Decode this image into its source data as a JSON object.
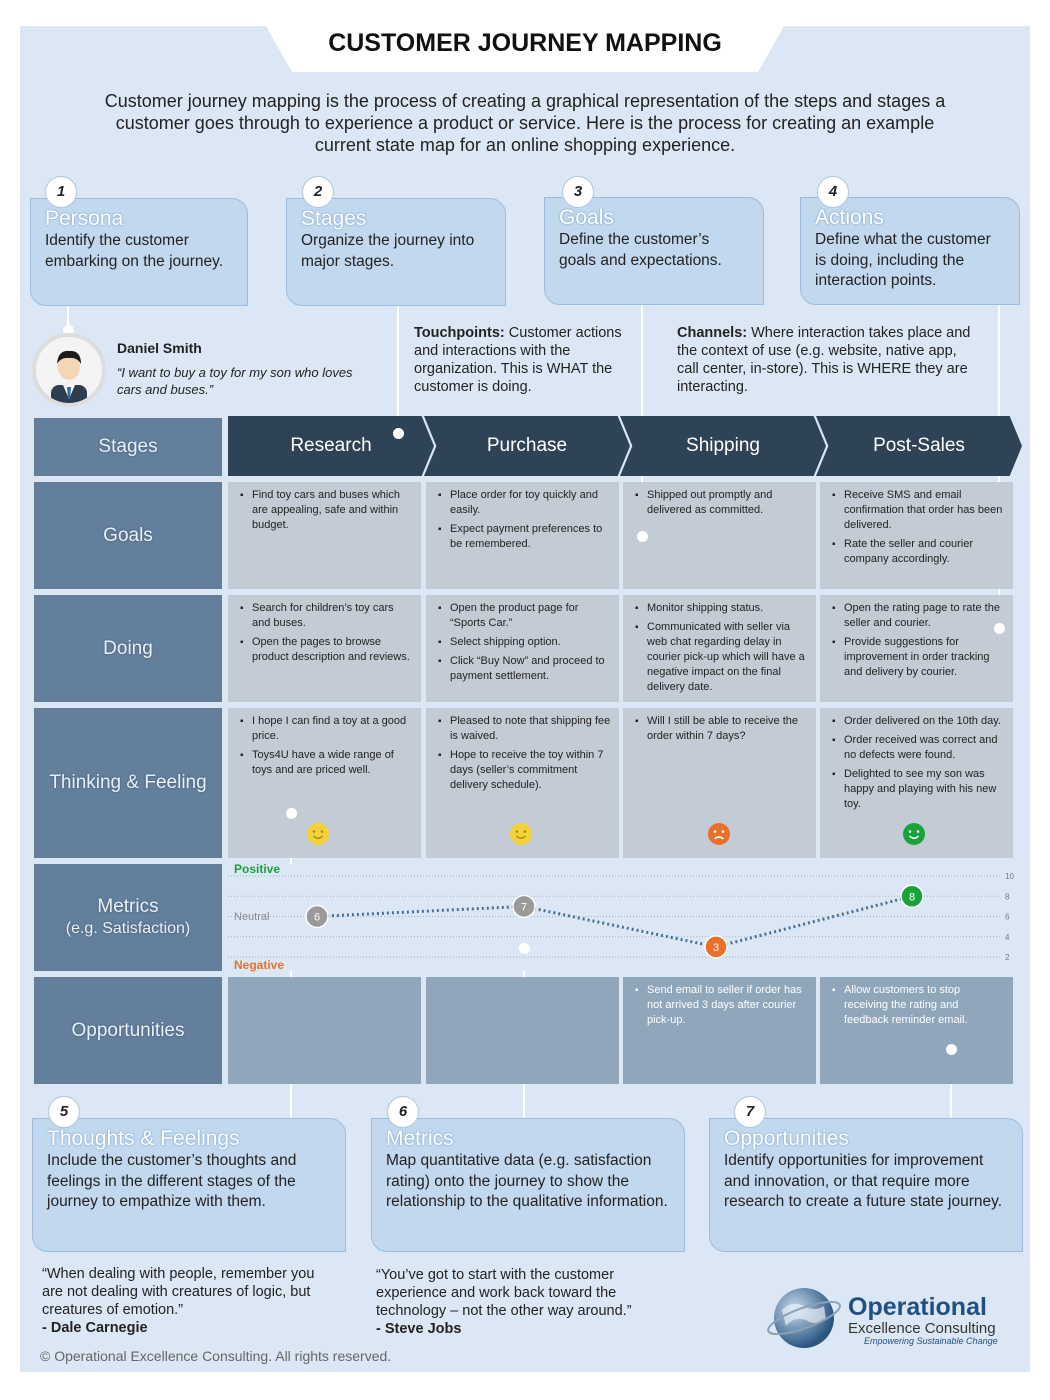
{
  "title": "CUSTOMER JOURNEY MAPPING",
  "intro": "Customer journey mapping is the process of creating a graphical representation of the steps and stages a customer goes through to experience a product or service. Here is the process for creating an example current state map for an online shopping experience.",
  "steps": [
    {
      "num": "1",
      "head": "Persona",
      "body": "Identify the customer embarking on the journey."
    },
    {
      "num": "2",
      "head": "Stages",
      "body": "Organize the journey into major stages."
    },
    {
      "num": "3",
      "head": "Goals",
      "body": "Define the customer’s goals and expectations."
    },
    {
      "num": "4",
      "head": "Actions",
      "body": "Define what the customer is doing, including the interaction points."
    },
    {
      "num": "5",
      "head": "Thoughts & Feelings",
      "body": "Include the customer’s thoughts and feelings in the different stages of the journey to empathize with them."
    },
    {
      "num": "6",
      "head": "Metrics",
      "body": "Map quantitative data (e.g. satisfaction rating) onto the journey to show the relationship to the qualitative information."
    },
    {
      "num": "7",
      "head": "Opportunities",
      "body": "Identify opportunities for improvement and innovation, or that require more research to create a future state journey."
    }
  ],
  "persona": {
    "name": "Daniel Smith",
    "quote": "“I want to buy a toy for my son who loves cars and buses.”"
  },
  "definitions": {
    "touchpoints_term": "Touchpoints:",
    "touchpoints_text": " Customer actions and interactions with the organization. This is WHAT the customer is doing.",
    "channels_term": "Channels:",
    "channels_text": " Where interaction takes place and the context of use (e.g. website, native app, call center, in-store). This is WHERE they are interacting."
  },
  "rows": {
    "stages": "Stages",
    "goals": "Goals",
    "doing": "Doing",
    "thinking": "Thinking & Feeling",
    "metrics": "Metrics",
    "metrics_sub": "(e.g. Satisfaction)",
    "opportunities": "Opportunities"
  },
  "stages": [
    "Research",
    "Purchase",
    "Shipping",
    "Post-Sales"
  ],
  "grid": {
    "goals": [
      [
        "Find toy cars and buses which are appealing, safe and within budget."
      ],
      [
        "Place order for toy quickly and easily.",
        "Expect payment preferences to be remembered."
      ],
      [
        "Shipped out promptly and delivered as committed."
      ],
      [
        "Receive SMS and email confirmation that order has been delivered.",
        "Rate the seller and courier company accordingly."
      ]
    ],
    "doing": [
      [
        "Search for children’s toy cars and buses.",
        "Open the pages to browse product description and reviews."
      ],
      [
        "Open the product page for “Sports Car.”",
        "Select shipping option.",
        "Click “Buy Now” and proceed to payment settlement."
      ],
      [
        "Monitor shipping status.",
        "Communicated with seller via web chat regarding delay in courier pick-up which will have a negative impact on the final delivery date."
      ],
      [
        "Open the rating page to rate the seller and courier.",
        "Provide suggestions for improvement in order tracking and delivery by courier."
      ]
    ],
    "thinking": [
      [
        "I hope I can find a toy at a good price.",
        "Toys4U have a wide range of toys and are priced well."
      ],
      [
        "Pleased to note that shipping fee is waived.",
        "Hope to receive the toy within 7 days (seller’s commitment delivery schedule)."
      ],
      [
        "Will I still be able to receive the order within 7 days?"
      ],
      [
        "Order delivered on the 10th day.",
        "Order received was correct and no defects were found.",
        "Delighted to see my son was happy and playing with his new toy."
      ]
    ],
    "opportunities": [
      [],
      [],
      [
        "Send email to seller if order has not arrived 3 days after courier pick-up."
      ],
      [
        "Allow customers to stop receiving the rating and feedback reminder email."
      ]
    ]
  },
  "emotions": [
    "neutral-yellow",
    "neutral-yellow",
    "negative-orange",
    "positive-green"
  ],
  "colors": {
    "positive": "#1aa33a",
    "neutral": "#8a8a8a",
    "negative": "#e8702a",
    "yellow": "#f3d33b"
  },
  "chart_data": {
    "type": "line",
    "categories": [
      "Research",
      "Purchase",
      "Shipping",
      "Post-Sales"
    ],
    "values": [
      6,
      7,
      3,
      8
    ],
    "ylim": [
      0,
      10
    ],
    "yticks": [
      2,
      4,
      6,
      8,
      10
    ],
    "band_labels": {
      "positive": "Positive",
      "neutral": "Neutral",
      "negative": "Negative"
    }
  },
  "quotes": [
    {
      "text": "“When dealing with people, remember you are not dealing with creatures of logic, but creatures of emotion.”",
      "author": "- Dale Carnegie"
    },
    {
      "text": "“You’ve got to start with the customer experience and work back toward the technology – not the other way around.”",
      "author": "- Steve Jobs"
    }
  ],
  "footer": "© Operational Excellence Consulting. All rights reserved.",
  "logo": {
    "word": "Operational",
    "sub": "Excellence Consulting",
    "tag": "Empowering Sustainable Change"
  }
}
